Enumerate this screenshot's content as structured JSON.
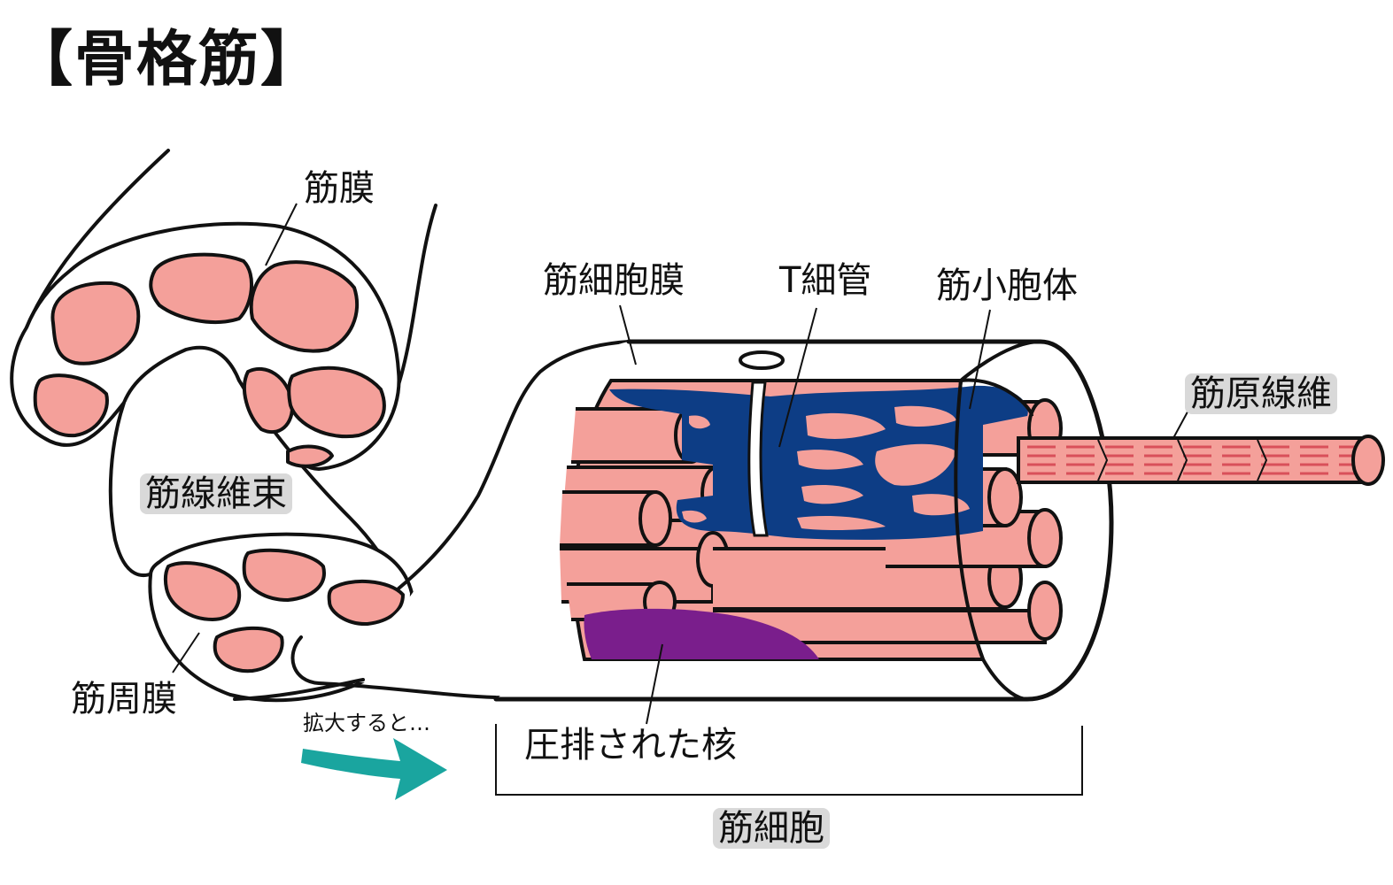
{
  "title": "【骨格筋】",
  "labels": {
    "epimysium": "筋膜",
    "fascicle": "筋線維束",
    "perimysium": "筋周膜",
    "sarcolemma": "筋細胞膜",
    "t_tubule": "T細管",
    "sarcoplasmic_reticulum": "筋小胞体",
    "myofibril": "筋原線維",
    "nucleus": "圧排された核",
    "muscle_cell": "筋細胞",
    "zoom_note": "拡大すると…"
  },
  "colors": {
    "fiber_fill": "#f4a09a",
    "myofibril_stripe": "#d9505a",
    "reticulum": "#0d3d85",
    "nucleus": "#7a1e8c",
    "arrow": "#1aa59f",
    "label_highlight": "#d9d9d9",
    "outline": "#111111"
  }
}
